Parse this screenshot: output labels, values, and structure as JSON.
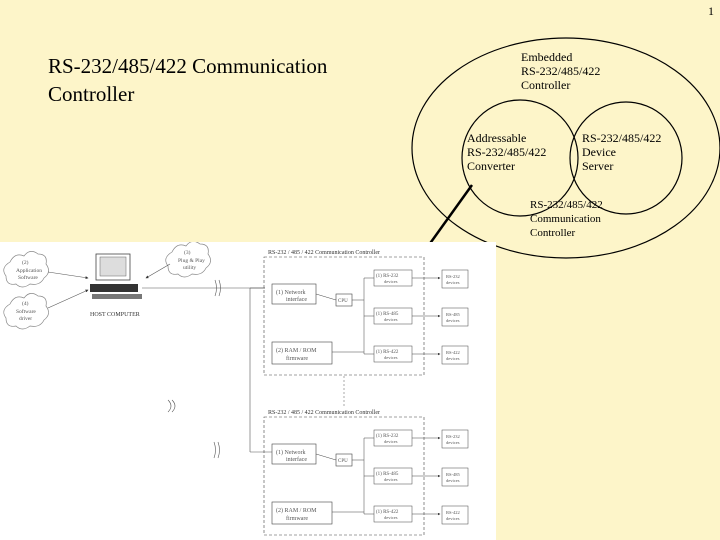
{
  "page_number": "1",
  "title": "RS-232/485/422 Communication Controller",
  "ellipse": {
    "embedded": [
      "Embedded",
      "RS-232/485/422",
      "Controller"
    ],
    "addressable": [
      "Addressable",
      "RS-232/485/422",
      "Converter"
    ],
    "device_server": [
      "RS-232/485/422",
      "Device",
      "Server"
    ],
    "comm_controller": [
      "RS-232/485/422",
      "Communication",
      "Controller"
    ]
  },
  "diagram": {
    "host": {
      "application_software": [
        "(2)",
        "Application",
        "Software"
      ],
      "software_driver": [
        "(4)",
        "Software",
        "driver"
      ],
      "plug_and_play": [
        "(3)",
        "Plug & Play",
        "utility"
      ],
      "host_label": "HOST COMPUTER"
    },
    "controllers": [
      {
        "title": "RS-232 / 485 / 422 Communication Controller",
        "network": [
          "(1) Network",
          "interface"
        ],
        "cpu": "CPU",
        "ram": [
          "(2) RAM / ROM",
          "firmware"
        ],
        "ports": [
          [
            "(1) RS-232",
            "devices"
          ],
          [
            "(1) RS-485",
            "devices"
          ],
          [
            "(1) RS-422",
            "devices"
          ]
        ],
        "devices": [
          [
            "RS-232",
            "devices"
          ],
          [
            "RS-485",
            "devices"
          ],
          [
            "RS-422",
            "devices"
          ]
        ]
      },
      {
        "title": "RS-232 / 485 / 422 Communication Controller",
        "network": [
          "(1) Network",
          "interface"
        ],
        "cpu": "CPU",
        "ram": [
          "(2) RAM / ROM",
          "firmware"
        ],
        "ports": [
          [
            "(1) RS-232",
            "devices"
          ],
          [
            "(1) RS-485",
            "devices"
          ],
          [
            "(1) RS-422",
            "devices"
          ]
        ],
        "devices": [
          [
            "RS-232",
            "devices"
          ],
          [
            "RS-485",
            "devices"
          ],
          [
            "RS-422",
            "devices"
          ]
        ]
      }
    ]
  }
}
